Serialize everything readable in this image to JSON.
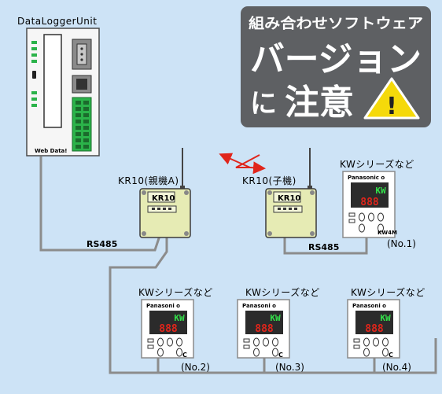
{
  "logger": {
    "title": "DataLoggerUnit",
    "footer_label": "Web Data!"
  },
  "notice": {
    "line1": "組み合わせソフトウェア",
    "line2": "バージョン",
    "line3_prefix": "に",
    "line3_main": "注意",
    "warning_symbol": "!"
  },
  "parent_module": {
    "label": "KR10(親機A)",
    "badge": "KR10"
  },
  "child_module": {
    "label": "KR10(子機)",
    "badge": "KR10"
  },
  "links": {
    "rs485_left": "RS485",
    "rs485_right": "RS485"
  },
  "meters": [
    {
      "caption": "KWシリーズなど",
      "brand": "Panasonic o",
      "display_top": "KW",
      "display_bottom": "888",
      "corner_text": "KW4M",
      "number": "(No.1)"
    },
    {
      "caption": "KWシリーズなど",
      "brand": "Panasoni o",
      "display_top": "KW",
      "display_bottom": "888",
      "corner_text": "C",
      "number": "(No.2)"
    },
    {
      "caption": "KWシリーズなど",
      "brand": "Panasoni o",
      "display_top": "KW",
      "display_bottom": "888",
      "corner_text": "C",
      "number": "(No.3)"
    },
    {
      "caption": "KWシリーズなど",
      "brand": "Panasoni o",
      "display_top": "KW",
      "display_bottom": "888",
      "corner_text": "C",
      "number": "(No.4)"
    }
  ],
  "colors": {
    "background": "#cde3f6",
    "banner": "#5e6063",
    "module_body": "#e6ebb4",
    "wireless_arrow": "#e0251b",
    "warning": "#f5d90a"
  }
}
